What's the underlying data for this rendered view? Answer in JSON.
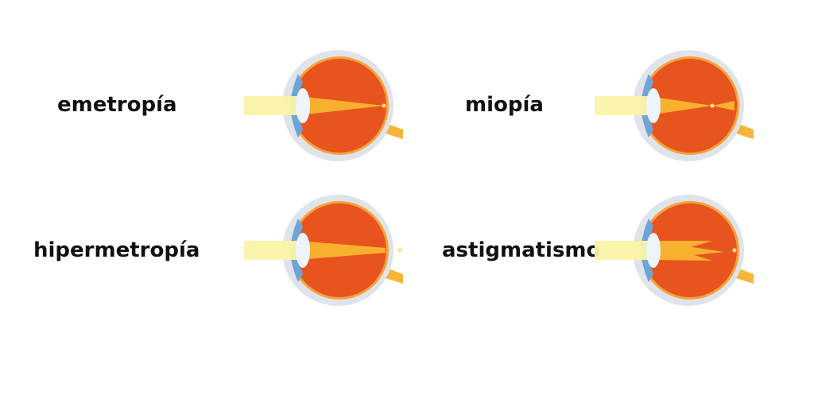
{
  "panels": [
    {
      "label": "emetropía",
      "focus": "retina"
    },
    {
      "label": "miopía",
      "focus": "before-retina"
    },
    {
      "label": "hipermetropía",
      "focus": "behind-retina"
    },
    {
      "label": "astigmatismo",
      "focus": "multiple-points"
    }
  ],
  "colors": {
    "sclera": "#dfe3ea",
    "globe": "#e8541e",
    "retina": "#f7a23a",
    "beam": "#fbf3a8",
    "rays": "#f9c233",
    "cornea": "#6fa4d8",
    "lens": "#eef4fb",
    "nerve": "#f5b53a"
  }
}
